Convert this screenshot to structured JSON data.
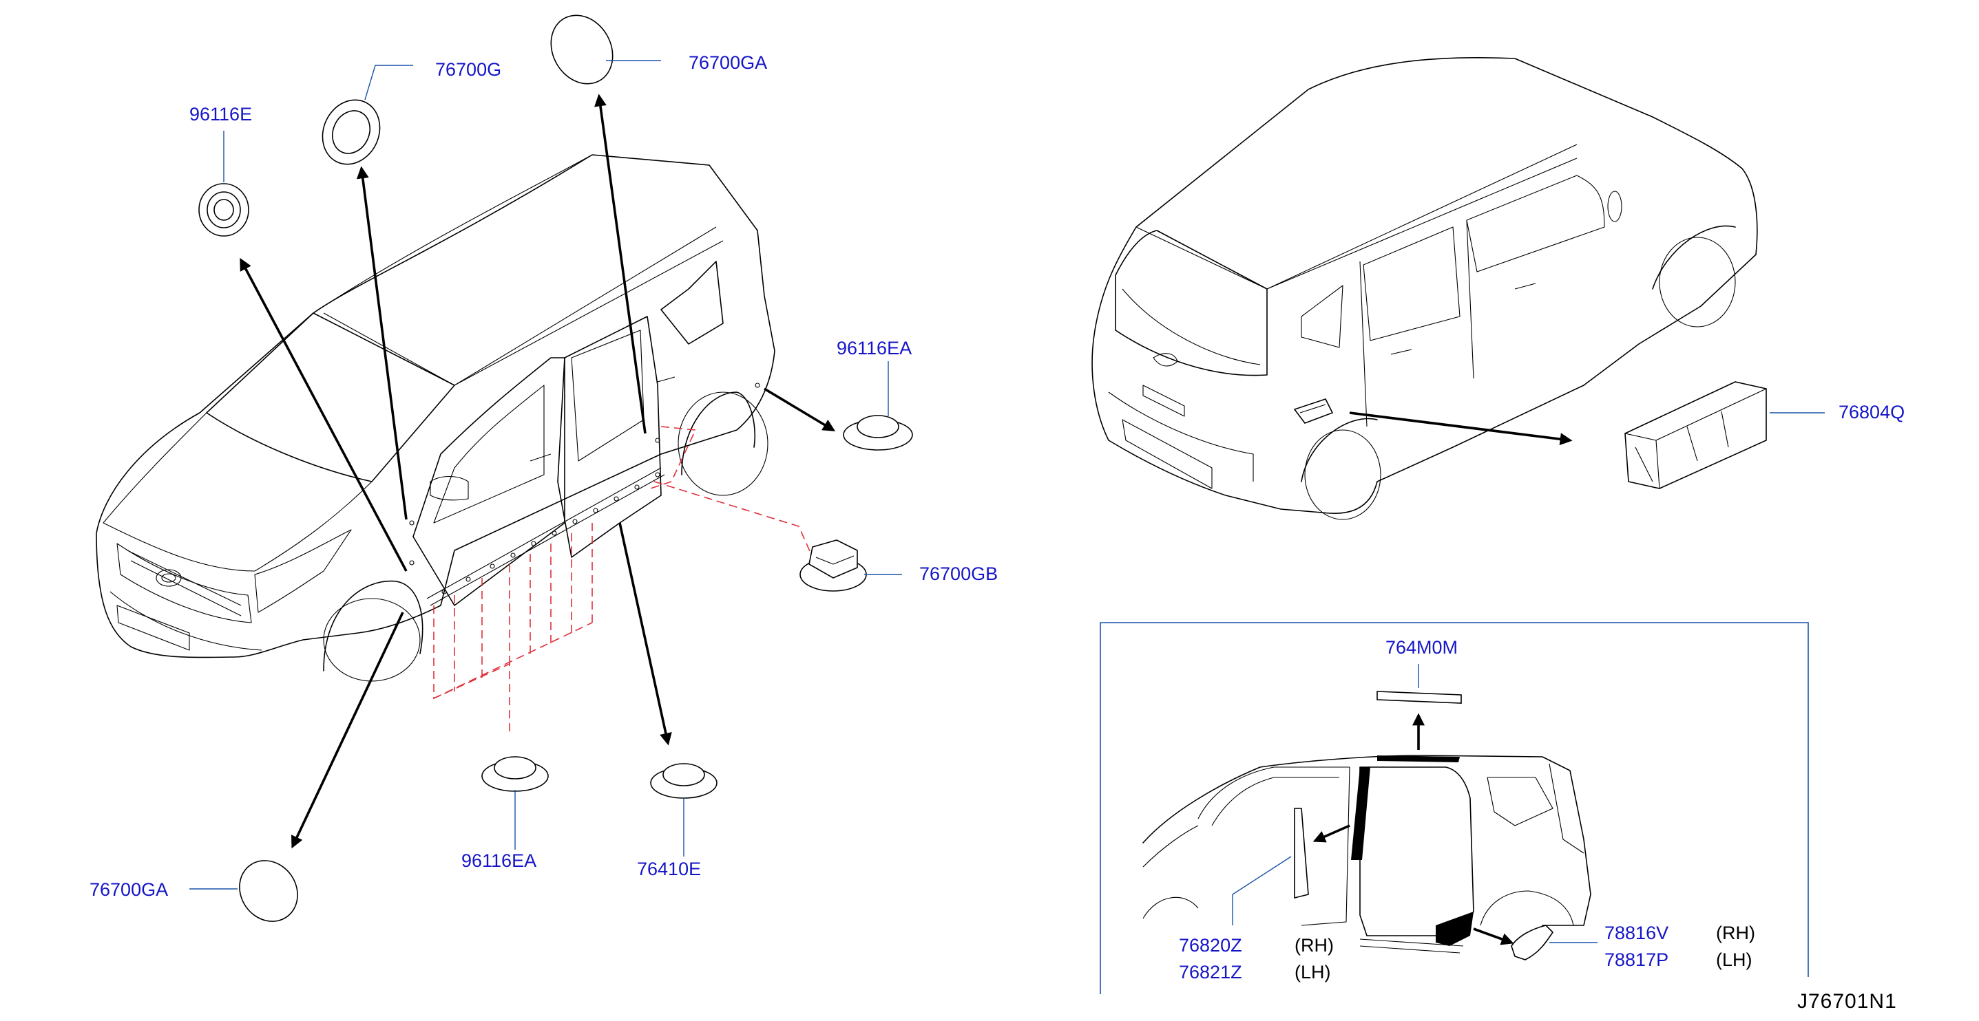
{
  "diagram_code": "J76701N1",
  "colors": {
    "part_number": "#1515c8",
    "leader": "#1a52a8",
    "hidden_line": "#e0303a",
    "outline": "#000000"
  },
  "parts": {
    "p96116E": "96116E",
    "p76700G": "76700G",
    "p76700GA_top": "76700GA",
    "p96116EA_right": "96116EA",
    "p76700GB": "76700GB",
    "p96116EA_bottom": "96116EA",
    "p76410E": "76410E",
    "p76700GA_bottom": "76700GA",
    "p76804Q": "76804Q",
    "p764M0M": "764M0M",
    "p76820Z": "76820Z",
    "p76821Z": "76821Z",
    "p78816V": "78816V",
    "p78817P": "78817P"
  },
  "sides": {
    "rh_1": "(RH)",
    "lh_1": "(LH)",
    "rh_2": "(RH)",
    "lh_2": "(LH)"
  }
}
